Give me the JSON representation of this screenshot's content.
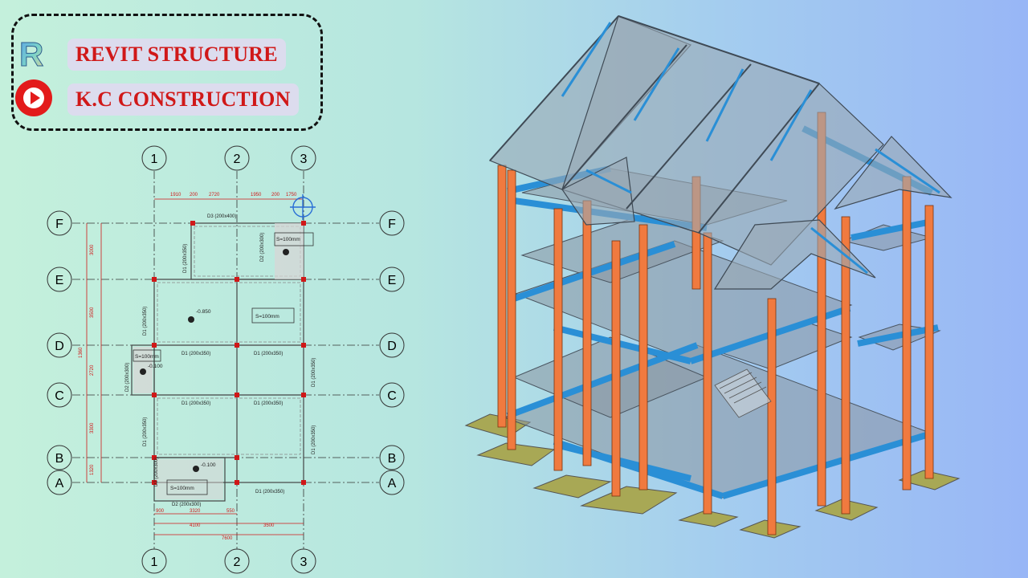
{
  "brand": {
    "title": "REVIT STRUCTURE",
    "channel": "K.C CONSTRUCTION",
    "logo_icon": "revit-logo",
    "play_icon": "youtube-play-icon"
  },
  "plan": {
    "grid_numbers": [
      "1",
      "2",
      "3"
    ],
    "grid_letters": [
      "F",
      "E",
      "D",
      "C",
      "B",
      "A"
    ],
    "top_dims": [
      "1910",
      "200",
      "2720",
      "1950",
      "200",
      "1750"
    ],
    "left_dims": [
      "3000",
      "3500",
      "1360",
      "2720",
      "3300",
      "1320"
    ],
    "bottom_dims": [
      "900",
      "3320",
      "550",
      "4100",
      "3500",
      "7600"
    ],
    "beam_d3": "D3 (200x400)",
    "beam_d1": "D1 (200x350)",
    "beam_d2": "D2 (200x300)",
    "slab": "S=100mm",
    "lvl_850": "-0.850",
    "lvl_100": "-0.100"
  },
  "colors": {
    "accent": "#d01818",
    "column": "#f07a3f",
    "beam": "#2a8fd6",
    "footing": "#a8a855",
    "glass": "#9aa8b4"
  }
}
